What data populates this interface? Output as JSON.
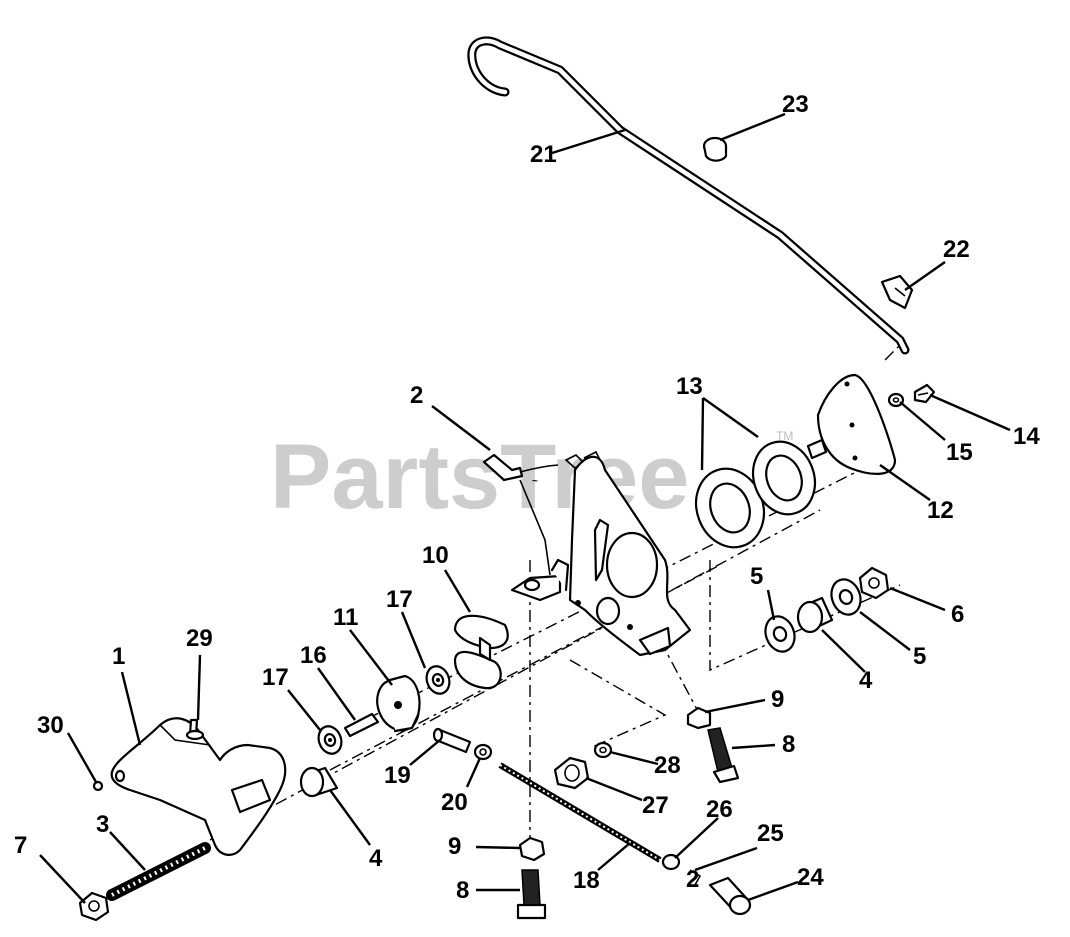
{
  "watermark": {
    "text": "PartsTree",
    "tm": "TM"
  },
  "callouts": {
    "c1": "1",
    "c2a": "2",
    "c2b": "2",
    "c3": "3",
    "c4a": "4",
    "c4b": "4",
    "c5a": "5",
    "c5b": "5",
    "c6": "6",
    "c7": "7",
    "c8a": "8",
    "c8b": "8",
    "c9a": "9",
    "c9b": "9",
    "c10": "10",
    "c11": "11",
    "c12": "12",
    "c13": "13",
    "c14": "14",
    "c15": "15",
    "c16": "16",
    "c17a": "17",
    "c17b": "17",
    "c18": "18",
    "c19": "19",
    "c20": "20",
    "c21": "21",
    "c22": "22",
    "c23": "23",
    "c24": "24",
    "c25": "25",
    "c26": "26",
    "c27": "27",
    "c28": "28",
    "c29": "29",
    "c30": "30"
  }
}
